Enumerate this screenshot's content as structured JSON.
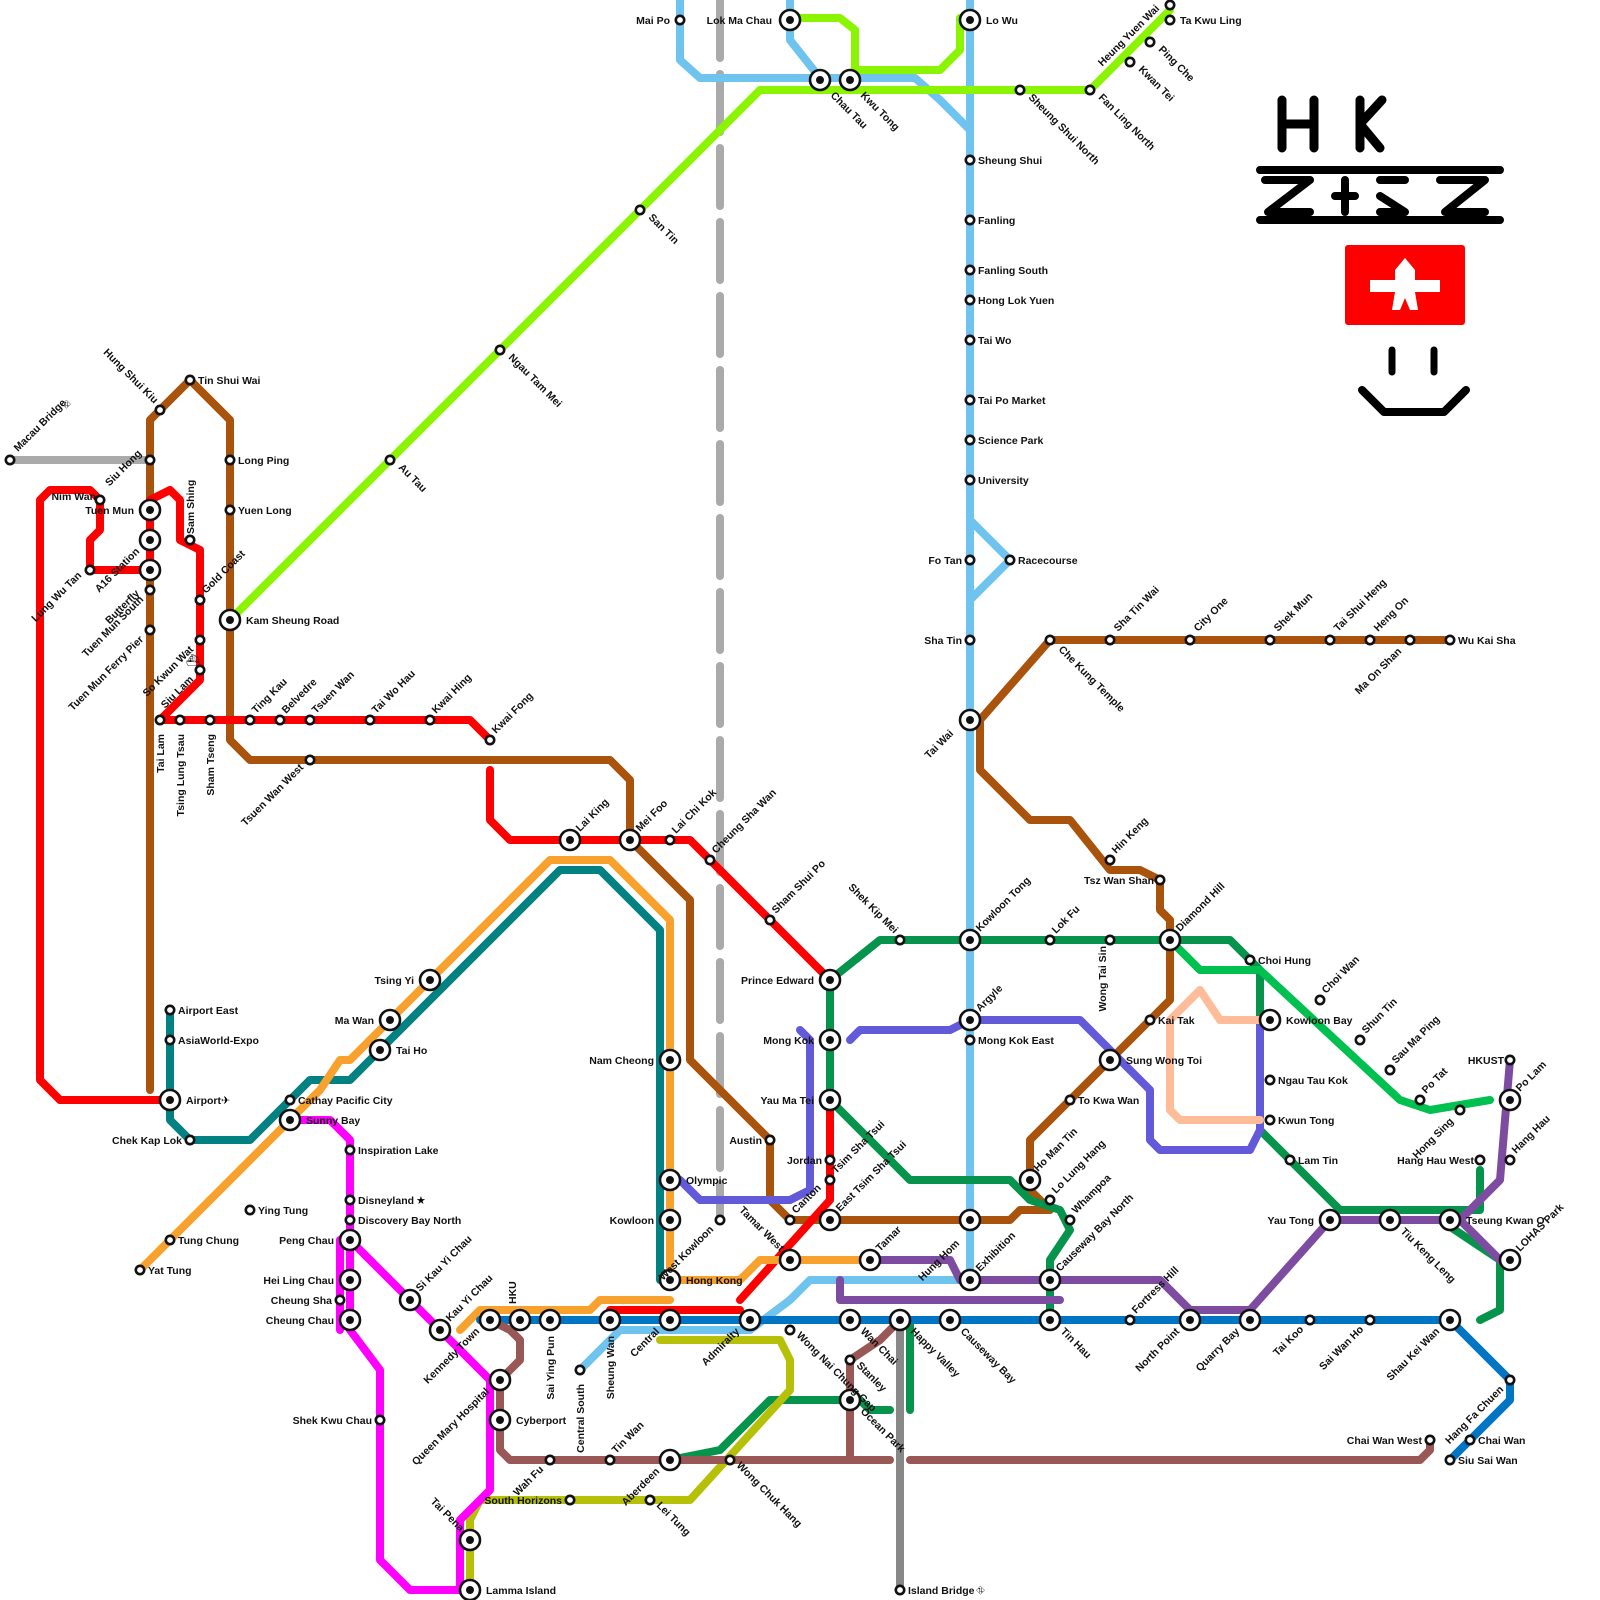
{
  "map": {
    "type": "transit-map",
    "logo_text": "HK ZHLK",
    "colors": {
      "tuen_ma_red": "#ff0000",
      "tuen_ma_brown": "#a9530c",
      "airport_teal": "#028183",
      "tung_chung_orange": "#f8a22d",
      "east_rail_blue": "#6fc3ef",
      "lime": "#8bf400",
      "grey": "#aaaaaa",
      "kwun_tong_green": "#06934c",
      "tko_purple": "#7d4ca0",
      "island_blue": "#0075c3",
      "south_yellow": "#b5c007",
      "magenta": "#ff00ff",
      "southern_brownred": "#995755",
      "indigo": "#625ad9",
      "peach": "#ffbc99",
      "light_green": "#00c050",
      "ferry_grey": "#888888",
      "logo_red": "#ff0000"
    },
    "icons": [
      "airport-icon",
      "ferry-icon",
      "disney-icon",
      "bridge-icon",
      "smiley-icon",
      "plane-logo-icon"
    ],
    "stations": [
      "Mai Po",
      "Lok Ma Chau",
      "Lo Wu",
      "Ta Kwu Ling",
      "Heung Yuen Wai",
      "Ping Che",
      "Kwan Tei",
      "Chau Tau",
      "Kwu Tong",
      "Sheung Shui North",
      "Fan Ling North",
      "Sheung Shui",
      "Fanling",
      "Fanling South",
      "Hong Lok Yuen",
      "Tai Wo",
      "Tai Po Market",
      "Science Park",
      "University",
      "Fo Tan",
      "Racecourse",
      "Sha Tin",
      "Tai Wai",
      "Che Kung Temple",
      "Sha Tin Wai",
      "City One",
      "Shek Mun",
      "Tai Shui Heng",
      "Heng On",
      "Ma On Shan",
      "Wu Kai Sha",
      "San Tin",
      "Ngau Tam Mei",
      "Au Tau",
      "Kam Sheung Road",
      "Macau Bridge",
      "Hung Shui Kiu",
      "Tin Shui Wai",
      "Long Ping",
      "Yuen Long",
      "Siu Hong",
      "Nim Wan",
      "Tuen Mun",
      "A16 Station",
      "Lung Wu Tan",
      "Butterfly",
      "Tuen Mun South",
      "Sam Shing",
      "Gold Coast",
      "Tuen Mun Ferry Pier",
      "So Kwun Wat",
      "Siu Lam",
      "Tai Lam",
      "Tsing Lung Tsau",
      "Sham Tseng",
      "Ting Kau",
      "Belvedre",
      "Tsuen Wan",
      "Tai Wo Hau",
      "Kwai Hing",
      "Kwai Fong",
      "Tsuen Wan West",
      "Lai King",
      "Mei Foo",
      "Lai Chi Kok",
      "Cheung Sha Wan",
      "Sham Shui Po",
      "Shek Kip Mei",
      "Kowloon Tong",
      "Lok Fu",
      "Wong Tai Sin",
      "Tsz Wan Shan",
      "Hin Keng",
      "Diamond Hill",
      "Choi Hung",
      "Choi Wan",
      "Shun Tin",
      "Sau Ma Ping",
      "Po Tat",
      "Hong Sing",
      "HKUST",
      "Po Lam",
      "Hang Hau",
      "Hang Hau West",
      "Prince Edward",
      "Mong Kok",
      "Argyle",
      "Mong Kok East",
      "Kai Tak",
      "Kowloon Bay",
      "Sung Wong Toi",
      "To Kwa Wan",
      "Ngau Tau Kok",
      "Kwun Tong",
      "Lam Tin",
      "Yau Ma Tei",
      "Austin",
      "Jordan",
      "Tsim Sha Tsui",
      "East Tsim Sha Tsui",
      "Canton",
      "Tamar West",
      "Tamar",
      "Hung Hom",
      "Exhibition",
      "Ho Man Tin",
      "Lo Lung Hang",
      "Whampoa",
      "Causeway Bay North",
      "Fortress Hill",
      "North Point",
      "Quarry Bay",
      "Tai Koo",
      "Sai Wan Ho",
      "Shau Kei Wan",
      "Yau Tong",
      "Tiu Keng Leng",
      "Tseung Kwan O",
      "LOHAS Park",
      "Hang Fa Chuen",
      "Chai Wan",
      "Chai Wan West",
      "Siu Sai Wan",
      "Tsing Yi",
      "Ma Wan",
      "Tai Ho",
      "Airport East",
      "AsiaWorld-Expo",
      "Airport",
      "Cathay Pacific City",
      "Sunny Bay",
      "Chek Kap Lok",
      "Inspiration Lake",
      "Disneyland",
      "Discovery Bay North",
      "Ying Tung",
      "Tung Chung",
      "Yat Tung",
      "Peng Chau",
      "Hei Ling Chau",
      "Cheung Sha",
      "Cheung Chau",
      "Shek Kwu Chau",
      "Si Kau Yi Chau",
      "Kau Yi Chau",
      "Kennedy Town",
      "HKU",
      "Sai Ying Pun",
      "Sheung Wan",
      "Central",
      "Admiralty",
      "Wan Chai",
      "Happy Valley",
      "Causeway Bay",
      "Tin Hau",
      "Wong Nai Chung Gap",
      "Stanley",
      "Ocean Park",
      "Wong Chuk Hang",
      "Lei Tung",
      "Aberdeen",
      "Tin Wan",
      "Wah Fu",
      "Cyberport",
      "Queen Mary Hospital",
      "Central South",
      "South Horizons",
      "Tai Pena",
      "Lamma Island",
      "Island Bridge",
      "Nam Cheong",
      "Olympic",
      "Kowloon",
      "West Kowloon",
      "Hong Kong"
    ]
  }
}
